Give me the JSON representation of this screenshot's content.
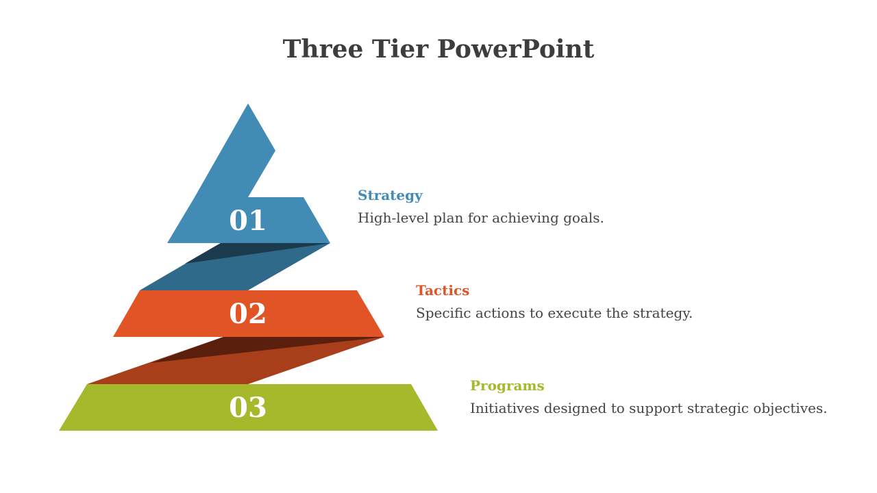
{
  "title": "Three Tier PowerPoint",
  "tiers": [
    {
      "number": "01",
      "heading": "Strategy",
      "description": "High-level plan for achieving goals.",
      "color": "#428bb5",
      "shadow_light": "#2f6a8a",
      "shadow_dark": "#1c3a4d"
    },
    {
      "number": "02",
      "heading": "Tactics",
      "description": "Specific actions to execute the strategy.",
      "color": "#e05426",
      "shadow_light": "#a83e1a",
      "shadow_dark": "#5a1f0d"
    },
    {
      "number": "03",
      "heading": "Programs",
      "description": "Initiatives designed to support strategic objectives.",
      "color": "#a6b82b"
    }
  ]
}
